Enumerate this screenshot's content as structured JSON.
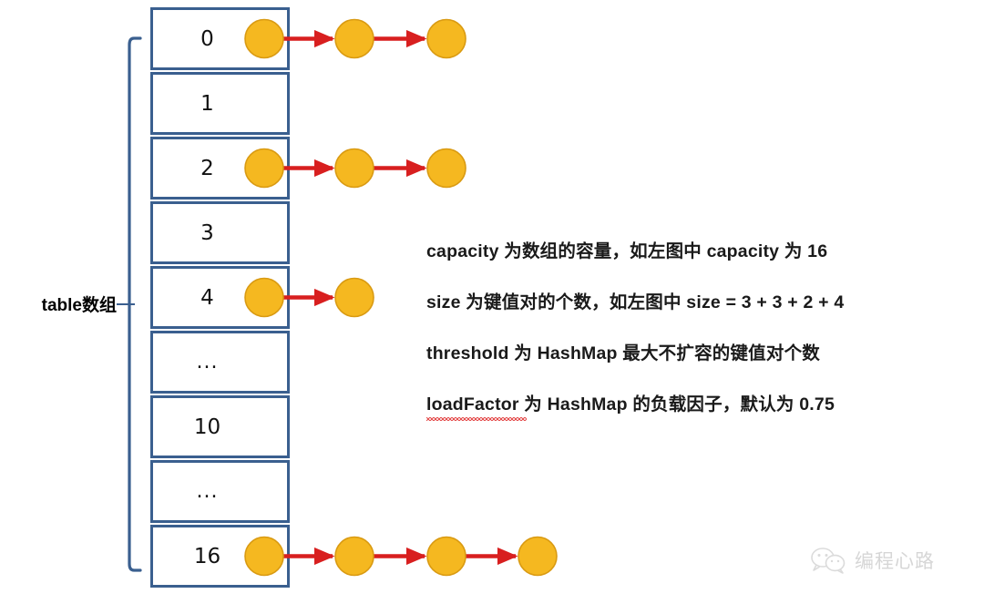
{
  "diagram": {
    "title": "HashMap table array structure",
    "array_label": "table数组",
    "colors": {
      "cell_border": "#3a5f8f",
      "node_fill": "#f5b820",
      "node_stroke": "#d99a12",
      "arrow": "#d81f1f",
      "brace": "#3a5f8f",
      "text": "#1a1a1a",
      "spellcheck_underline": "#e03030"
    },
    "rows": [
      {
        "label": "0",
        "nodes": 3
      },
      {
        "label": "1",
        "nodes": 0
      },
      {
        "label": "2",
        "nodes": 3
      },
      {
        "label": "3",
        "nodes": 0
      },
      {
        "label": "4",
        "nodes": 2
      },
      {
        "label": "...",
        "nodes": 0
      },
      {
        "label": "10",
        "nodes": 0
      },
      {
        "label": "...",
        "nodes": 0
      },
      {
        "label": "16",
        "nodes": 4
      }
    ]
  },
  "notes": {
    "lines": [
      "capacity 为数组的容量，如左图中 capacity 为 16",
      "size 为键值对的个数，如左图中 size = 3 + 3 + 2 + 4",
      "threshold 为 HashMap 最大不扩容的键值对个数",
      "loadFactor 为 HashMap 的负载因子，默认为 0.75"
    ]
  },
  "watermark": {
    "icon": "wechat-icon",
    "text": "编程心路"
  }
}
